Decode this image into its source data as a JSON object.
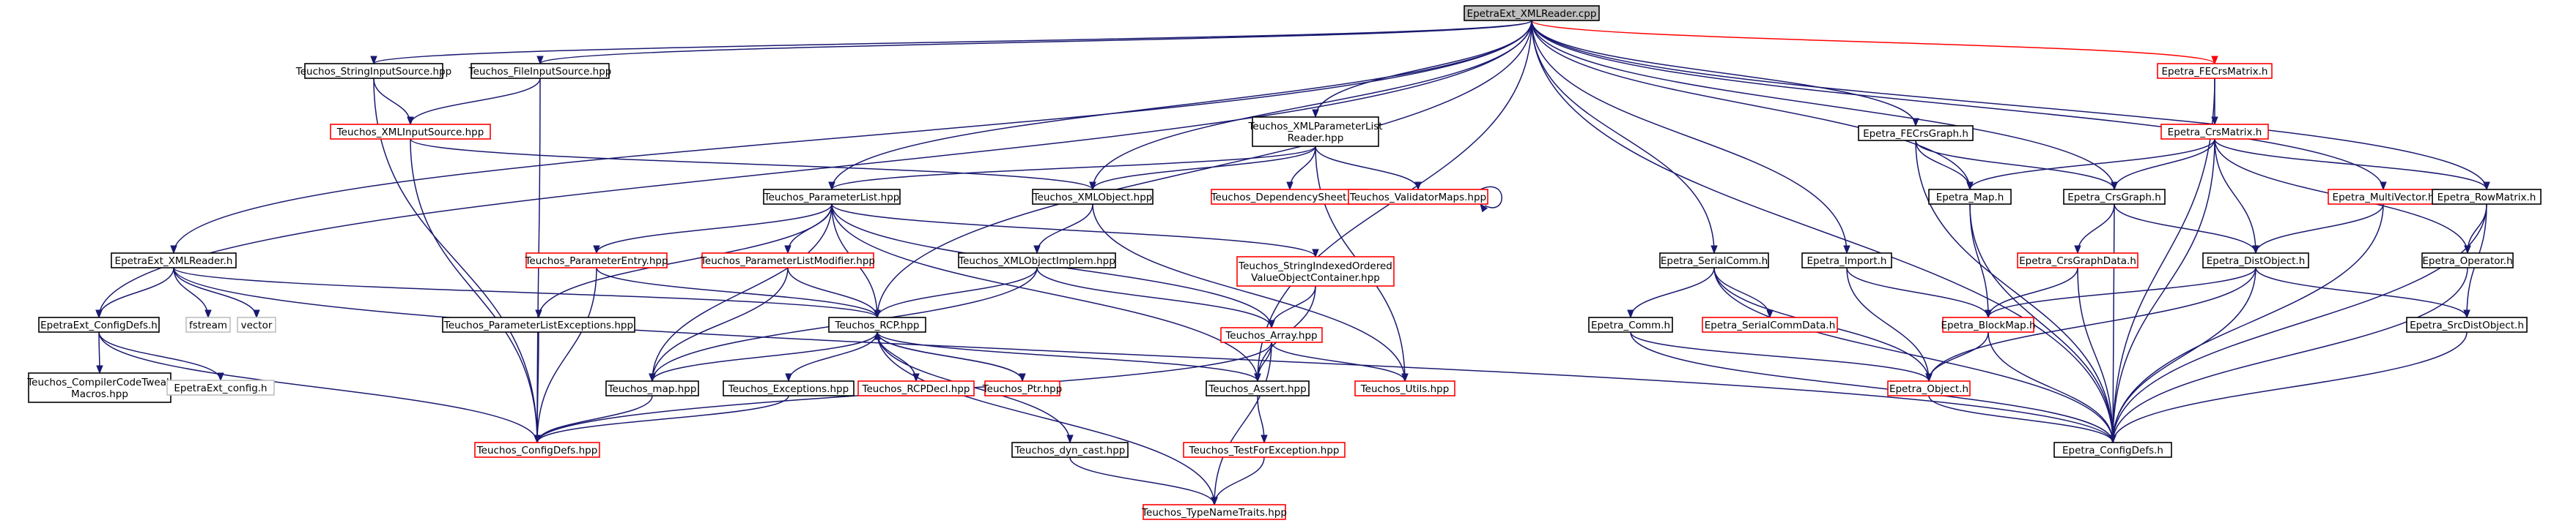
{
  "diagram": {
    "nodes": [
      {
        "id": "root",
        "label": [
          "EpetraExt_XMLReader.cpp"
        ],
        "style": "root"
      },
      {
        "id": "StringInputSource",
        "label": [
          "Teuchos_StringInputSource.hpp"
        ],
        "style": "black"
      },
      {
        "id": "FileInputSource",
        "label": [
          "Teuchos_FileInputSource.hpp"
        ],
        "style": "black"
      },
      {
        "id": "XMLInputSource",
        "label": [
          "Teuchos_XMLInputSource.hpp"
        ],
        "style": "red"
      },
      {
        "id": "XMLParameterListReader",
        "label": [
          "Teuchos_XMLParameterList",
          "Reader.hpp"
        ],
        "style": "black"
      },
      {
        "id": "ParameterList",
        "label": [
          "Teuchos_ParameterList.hpp"
        ],
        "style": "black"
      },
      {
        "id": "XMLObject",
        "label": [
          "Teuchos_XMLObject.hpp"
        ],
        "style": "black"
      },
      {
        "id": "DependencySheet",
        "label": [
          "Teuchos_DependencySheet.hpp"
        ],
        "style": "red"
      },
      {
        "id": "ValidatorMaps",
        "label": [
          "Teuchos_ValidatorMaps.hpp"
        ],
        "style": "red"
      },
      {
        "id": "XMLReaderH",
        "label": [
          "EpetraExt_XMLReader.h"
        ],
        "style": "black"
      },
      {
        "id": "ConfigDefsExt",
        "label": [
          "EpetraExt_ConfigDefs.h"
        ],
        "style": "black"
      },
      {
        "id": "CompilerCodeTweak",
        "label": [
          "Teuchos_CompilerCodeTweak",
          "Macros.hpp"
        ],
        "style": "black"
      },
      {
        "id": "EpetraExtConfig",
        "label": [
          "EpetraExt_config.h"
        ],
        "style": "gray"
      },
      {
        "id": "fstream",
        "label": [
          "fstream"
        ],
        "style": "gray"
      },
      {
        "id": "vector",
        "label": [
          "vector"
        ],
        "style": "gray"
      },
      {
        "id": "ParameterEntry",
        "label": [
          "Teuchos_ParameterEntry.hpp"
        ],
        "style": "red"
      },
      {
        "id": "ParameterListModifier",
        "label": [
          "Teuchos_ParameterListModifier.hpp"
        ],
        "style": "red"
      },
      {
        "id": "XMLObjectImplem",
        "label": [
          "Teuchos_XMLObjectImplem.hpp"
        ],
        "style": "black"
      },
      {
        "id": "StringIndexed",
        "label": [
          "Teuchos_StringIndexedOrdered",
          "ValueObjectContainer.hpp"
        ],
        "style": "red"
      },
      {
        "id": "ParameterListExceptions",
        "label": [
          "Teuchos_ParameterListExceptions.hpp"
        ],
        "style": "black"
      },
      {
        "id": "RCP",
        "label": [
          "Teuchos_RCP.hpp"
        ],
        "style": "black"
      },
      {
        "id": "Array",
        "label": [
          "Teuchos_Array.hpp"
        ],
        "style": "red"
      },
      {
        "id": "map",
        "label": [
          "Teuchos_map.hpp"
        ],
        "style": "black"
      },
      {
        "id": "Exceptions",
        "label": [
          "Teuchos_Exceptions.hpp"
        ],
        "style": "black"
      },
      {
        "id": "RCPDecl",
        "label": [
          "Teuchos_RCPDecl.hpp"
        ],
        "style": "red"
      },
      {
        "id": "Ptr",
        "label": [
          "Teuchos_Ptr.hpp"
        ],
        "style": "red"
      },
      {
        "id": "Assert",
        "label": [
          "Teuchos_Assert.hpp"
        ],
        "style": "black"
      },
      {
        "id": "Utils",
        "label": [
          "Teuchos_Utils.hpp"
        ],
        "style": "red"
      },
      {
        "id": "ConfigDefsTeuchos",
        "label": [
          "Teuchos_ConfigDefs.hpp"
        ],
        "style": "red"
      },
      {
        "id": "dyncast",
        "label": [
          "Teuchos_dyn_cast.hpp"
        ],
        "style": "black"
      },
      {
        "id": "TestForException",
        "label": [
          "Teuchos_TestForException.hpp"
        ],
        "style": "red"
      },
      {
        "id": "TypeNameTraits",
        "label": [
          "Teuchos_TypeNameTraits.hpp"
        ],
        "style": "red"
      },
      {
        "id": "FECrsGraph",
        "label": [
          "Epetra_FECrsGraph.h"
        ],
        "style": "black"
      },
      {
        "id": "FECrsMatrix",
        "label": [
          "Epetra_FECrsMatrix.h"
        ],
        "style": "red"
      },
      {
        "id": "CrsMatrix",
        "label": [
          "Epetra_CrsMatrix.h"
        ],
        "style": "red"
      },
      {
        "id": "Map",
        "label": [
          "Epetra_Map.h"
        ],
        "style": "black"
      },
      {
        "id": "CrsGraph",
        "label": [
          "Epetra_CrsGraph.h"
        ],
        "style": "black"
      },
      {
        "id": "MultiVector",
        "label": [
          "Epetra_MultiVector.h"
        ],
        "style": "red"
      },
      {
        "id": "RowMatrix",
        "label": [
          "Epetra_RowMatrix.h"
        ],
        "style": "black"
      },
      {
        "id": "SerialComm",
        "label": [
          "Epetra_SerialComm.h"
        ],
        "style": "black"
      },
      {
        "id": "Import",
        "label": [
          "Epetra_Import.h"
        ],
        "style": "black"
      },
      {
        "id": "CrsGraphData",
        "label": [
          "Epetra_CrsGraphData.h"
        ],
        "style": "red"
      },
      {
        "id": "DistObject",
        "label": [
          "Epetra_DistObject.h"
        ],
        "style": "black"
      },
      {
        "id": "Operator",
        "label": [
          "Epetra_Operator.h"
        ],
        "style": "black"
      },
      {
        "id": "Comm",
        "label": [
          "Epetra_Comm.h"
        ],
        "style": "black"
      },
      {
        "id": "SerialCommData",
        "label": [
          "Epetra_SerialCommData.h"
        ],
        "style": "red"
      },
      {
        "id": "BlockMap",
        "label": [
          "Epetra_BlockMap.h"
        ],
        "style": "red"
      },
      {
        "id": "SrcDistObject",
        "label": [
          "Epetra_SrcDistObject.h"
        ],
        "style": "black"
      },
      {
        "id": "Object",
        "label": [
          "Epetra_Object.h"
        ],
        "style": "red"
      },
      {
        "id": "ConfigDefsEpetra",
        "label": [
          "Epetra_ConfigDefs.h"
        ],
        "style": "black"
      }
    ],
    "edges": [
      [
        "root",
        "StringInputSource"
      ],
      [
        "root",
        "FileInputSource"
      ],
      [
        "root",
        "XMLParameterListReader"
      ],
      [
        "root",
        "ParameterList"
      ],
      [
        "root",
        "XMLReaderH"
      ],
      [
        "root",
        "ConfigDefsExt"
      ],
      [
        "root",
        "RCP"
      ],
      [
        "root",
        "XMLObject"
      ],
      [
        "root",
        "Assert"
      ],
      [
        "root",
        "SerialComm"
      ],
      [
        "root",
        "Import"
      ],
      [
        "root",
        "FECrsGraph"
      ],
      [
        "root",
        "FECrsMatrix"
      ],
      [
        "root",
        "CrsGraph"
      ],
      [
        "root",
        "Map"
      ],
      [
        "root",
        "MultiVector"
      ],
      [
        "root",
        "RowMatrix"
      ],
      [
        "root",
        "ConfigDefsEpetra"
      ],
      [
        "StringInputSource",
        "XMLInputSource"
      ],
      [
        "StringInputSource",
        "ConfigDefsTeuchos"
      ],
      [
        "FileInputSource",
        "XMLInputSource"
      ],
      [
        "FileInputSource",
        "ConfigDefsTeuchos"
      ],
      [
        "XMLInputSource",
        "XMLObject"
      ],
      [
        "XMLInputSource",
        "ConfigDefsTeuchos"
      ],
      [
        "XMLParameterListReader",
        "ParameterList"
      ],
      [
        "XMLParameterListReader",
        "XMLObject"
      ],
      [
        "XMLParameterListReader",
        "DependencySheet"
      ],
      [
        "XMLParameterListReader",
        "ValidatorMaps"
      ],
      [
        "XMLParameterListReader",
        "Utils"
      ],
      [
        "ValidatorMaps",
        "ValidatorMaps"
      ],
      [
        "ParameterList",
        "ParameterEntry"
      ],
      [
        "ParameterList",
        "ParameterListModifier"
      ],
      [
        "ParameterList",
        "StringIndexed"
      ],
      [
        "ParameterList",
        "ParameterListExceptions"
      ],
      [
        "ParameterList",
        "RCP"
      ],
      [
        "ParameterList",
        "Array"
      ],
      [
        "ParameterList",
        "map"
      ],
      [
        "ParameterList",
        "Assert"
      ],
      [
        "XMLObject",
        "XMLObjectImplem"
      ],
      [
        "XMLObject",
        "Utils"
      ],
      [
        "XMLObjectImplem",
        "RCP"
      ],
      [
        "XMLObjectImplem",
        "Array"
      ],
      [
        "XMLObjectImplem",
        "map"
      ],
      [
        "StringIndexed",
        "Array"
      ],
      [
        "StringIndexed",
        "Assert"
      ],
      [
        "ParameterEntry",
        "RCP"
      ],
      [
        "ParameterEntry",
        "ConfigDefsTeuchos"
      ],
      [
        "ParameterListModifier",
        "RCP"
      ],
      [
        "ParameterListModifier",
        "map"
      ],
      [
        "ParameterListExceptions",
        "ConfigDefsTeuchos"
      ],
      [
        "XMLReaderH",
        "ConfigDefsExt"
      ],
      [
        "XMLReaderH",
        "fstream"
      ],
      [
        "XMLReaderH",
        "vector"
      ],
      [
        "XMLReaderH",
        "RCP"
      ],
      [
        "XMLReaderH",
        "ConfigDefsEpetra"
      ],
      [
        "ConfigDefsExt",
        "CompilerCodeTweak"
      ],
      [
        "ConfigDefsExt",
        "EpetraExtConfig"
      ],
      [
        "ConfigDefsExt",
        "ConfigDefsTeuchos"
      ],
      [
        "RCP",
        "map"
      ],
      [
        "RCP",
        "Exceptions"
      ],
      [
        "RCP",
        "RCPDecl"
      ],
      [
        "RCP",
        "Ptr"
      ],
      [
        "RCP",
        "Assert"
      ],
      [
        "RCP",
        "dyncast"
      ],
      [
        "RCP",
        "TypeNameTraits"
      ],
      [
        "Ptr",
        "RCP"
      ],
      [
        "Array",
        "Assert"
      ],
      [
        "Array",
        "Utils"
      ],
      [
        "Array",
        "ConfigDefsTeuchos"
      ],
      [
        "Array",
        "TypeNameTraits"
      ],
      [
        "map",
        "ConfigDefsTeuchos"
      ],
      [
        "Exceptions",
        "ConfigDefsTeuchos"
      ],
      [
        "Assert",
        "TestForException"
      ],
      [
        "TestForException",
        "TypeNameTraits"
      ],
      [
        "dyncast",
        "TypeNameTraits"
      ],
      [
        "FECrsMatrix",
        "CrsMatrix"
      ],
      [
        "FECrsMatrix",
        "ConfigDefsEpetra"
      ],
      [
        "FECrsGraph",
        "Map"
      ],
      [
        "FECrsGraph",
        "CrsGraph"
      ],
      [
        "FECrsGraph",
        "ConfigDefsEpetra"
      ],
      [
        "CrsMatrix",
        "Map"
      ],
      [
        "CrsMatrix",
        "CrsGraph"
      ],
      [
        "CrsMatrix",
        "DistObject"
      ],
      [
        "CrsMatrix",
        "Operator"
      ],
      [
        "CrsMatrix",
        "RowMatrix"
      ],
      [
        "CrsMatrix",
        "ConfigDefsEpetra"
      ],
      [
        "CrsGraph",
        "CrsGraphData"
      ],
      [
        "CrsGraph",
        "DistObject"
      ],
      [
        "CrsGraph",
        "ConfigDefsEpetra"
      ],
      [
        "Map",
        "BlockMap"
      ],
      [
        "Map",
        "ConfigDefsEpetra"
      ],
      [
        "MultiVector",
        "DistObject"
      ],
      [
        "MultiVector",
        "ConfigDefsEpetra"
      ],
      [
        "RowMatrix",
        "Operator"
      ],
      [
        "RowMatrix",
        "SrcDistObject"
      ],
      [
        "RowMatrix",
        "ConfigDefsEpetra"
      ],
      [
        "SerialComm",
        "Comm"
      ],
      [
        "SerialComm",
        "SerialCommData"
      ],
      [
        "SerialComm",
        "Object"
      ],
      [
        "SerialComm",
        "ConfigDefsEpetra"
      ],
      [
        "Import",
        "BlockMap"
      ],
      [
        "Import",
        "Object"
      ],
      [
        "CrsGraphData",
        "BlockMap"
      ],
      [
        "CrsGraphData",
        "ConfigDefsEpetra"
      ],
      [
        "DistObject",
        "BlockMap"
      ],
      [
        "DistObject",
        "SrcDistObject"
      ],
      [
        "DistObject",
        "Object"
      ],
      [
        "DistObject",
        "ConfigDefsEpetra"
      ],
      [
        "Operator",
        "ConfigDefsEpetra"
      ],
      [
        "SrcDistObject",
        "ConfigDefsEpetra"
      ],
      [
        "Comm",
        "Object"
      ],
      [
        "Comm",
        "ConfigDefsEpetra"
      ],
      [
        "BlockMap",
        "Object"
      ],
      [
        "BlockMap",
        "ConfigDefsEpetra"
      ],
      [
        "Object",
        "ConfigDefsEpetra"
      ]
    ],
    "colors": {
      "edge": "#191970",
      "red_edge": "#ff0000",
      "root_fill": "#bfbfbf",
      "red_border": "#ff0000",
      "gray_border": "#bfbfbf"
    }
  }
}
